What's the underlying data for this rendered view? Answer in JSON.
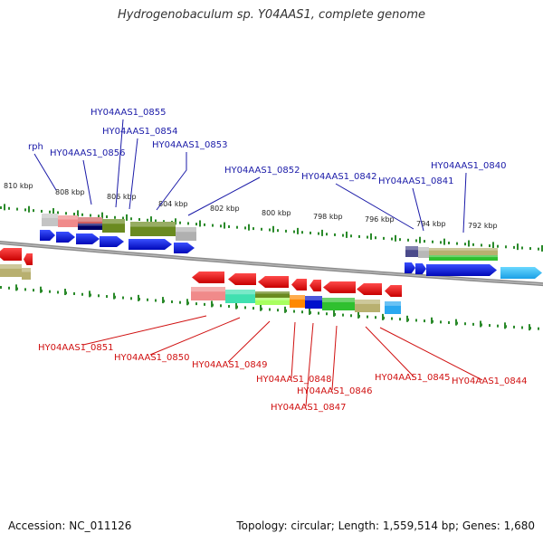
{
  "title": "Hydrogenobaculum sp. Y04AAS1, complete genome",
  "footer": {
    "accession": "Accession: NC_011126",
    "stats": "Topology: circular; Length: 1,559,514 bp; Genes: 1,680"
  },
  "colors": {
    "forward_label": "#1a1aa8",
    "reverse_label": "#d01010",
    "forward_arrow": "#0a14e6",
    "reverse_arrow": "#ee1010",
    "tick": "#2a8a2a",
    "backbone": "#888888"
  },
  "ticks": [
    "810 kbp",
    "808 kbp",
    "806 kbp",
    "804 kbp",
    "802 kbp",
    "800 kbp",
    "798 kbp",
    "796 kbp",
    "794 kbp",
    "792 kbp"
  ],
  "forward_genes": [
    "rph",
    "HY04AAS1_0856",
    "HY04AAS1_0855",
    "HY04AAS1_0854",
    "HY04AAS1_0853",
    "HY04AAS1_0852",
    "HY04AAS1_0842",
    "HY04AAS1_0841",
    "HY04AAS1_0840"
  ],
  "reverse_genes": [
    "HY04AAS1_0851",
    "HY04AAS1_0850",
    "HY04AAS1_0849",
    "HY04AAS1_0848",
    "HY04AAS1_0847",
    "HY04AAS1_0846",
    "HY04AAS1_0845",
    "HY04AAS1_0844"
  ]
}
